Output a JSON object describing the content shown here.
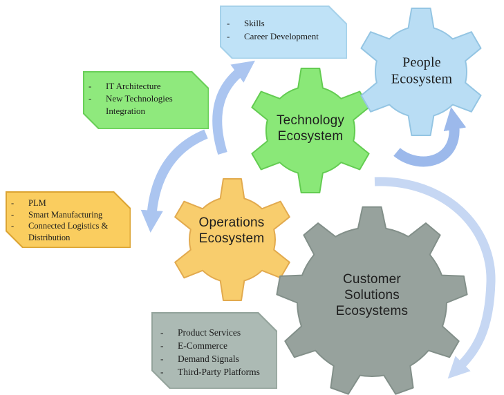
{
  "bullet_char": "-",
  "colors": {
    "text": "#1d1d1d",
    "arrow_main": "#abc5f0",
    "arrow_small": "#9cb9eb",
    "arrow_arc": "#c6d7f3"
  },
  "gears": {
    "technology": {
      "label": "Technology\nEcosystem",
      "fill": "#8ae878",
      "edge": "#63cc51"
    },
    "people": {
      "label": "People\nEcosystem",
      "fill": "#b9ddf4",
      "edge": "#94c5e3"
    },
    "operations": {
      "label": "Operations\nEcosystem",
      "fill": "#f8cd6d",
      "edge": "#e2aa4e"
    },
    "customer": {
      "label": "Customer\nSolutions\nEcosystems",
      "fill": "#97a29d",
      "edge": "#828f89"
    }
  },
  "callouts": {
    "people": {
      "fill": "#bfe2f7",
      "border": "#a5d1ea",
      "items": [
        "Skills",
        "Career Development"
      ]
    },
    "technology": {
      "fill": "#8fe97d",
      "border": "#69cf58",
      "items": [
        "IT Architecture",
        "New Technologies Integration"
      ]
    },
    "operations": {
      "fill": "#facd5f",
      "border": "#dca433",
      "items": [
        "PLM",
        "Smart Manufacturing",
        "Connected Logistics & Distribution"
      ]
    },
    "customer": {
      "fill": "#acbab4",
      "border": "#93a39b",
      "items": [
        "Product Services",
        "E-Commerce",
        "Demand Signals",
        "Third-Party Platforms"
      ]
    }
  }
}
